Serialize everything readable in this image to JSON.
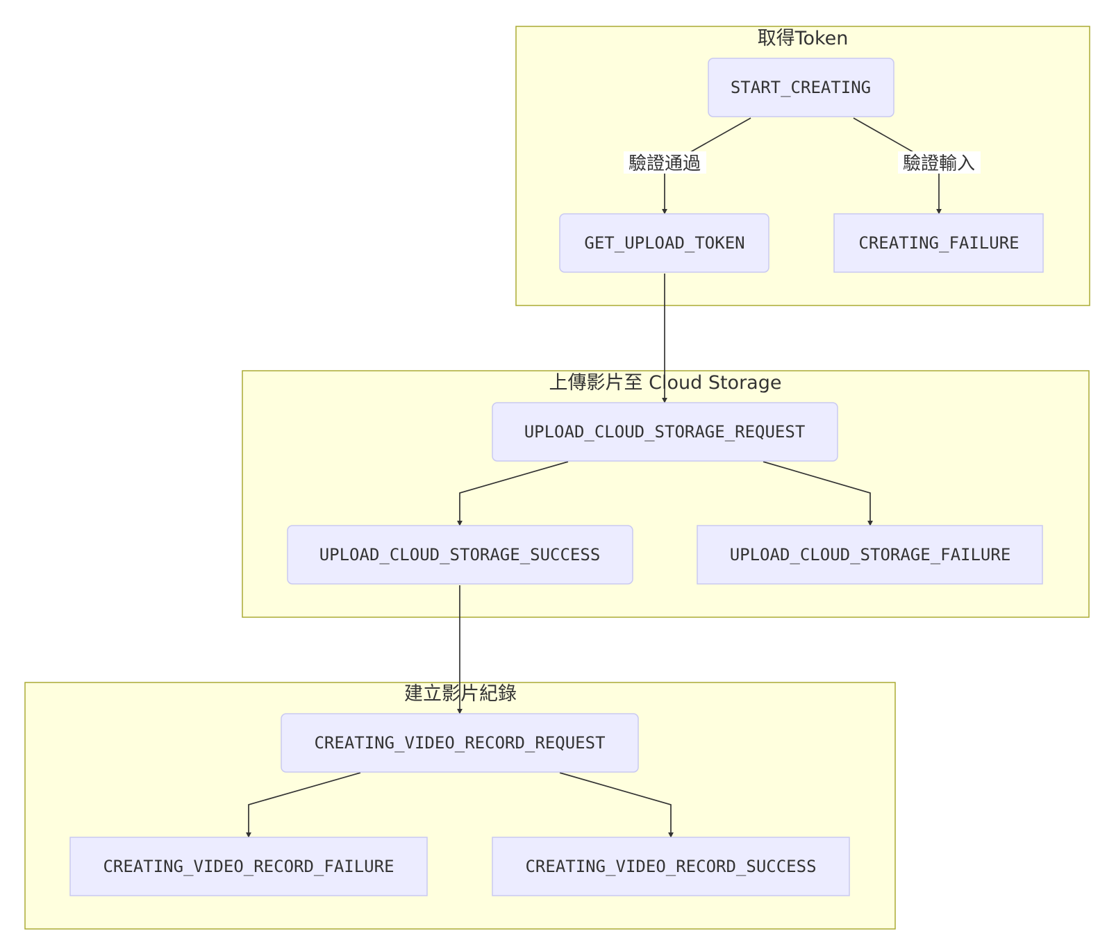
{
  "clusters": {
    "token": {
      "title": "取得Token"
    },
    "upload": {
      "title": "上傳影片至 Cloud Storage"
    },
    "record": {
      "title": "建立影片紀錄"
    }
  },
  "nodes": {
    "start_creating": "START_CREATING",
    "get_upload_token": "GET_UPLOAD_TOKEN",
    "creating_failure": "CREATING_FAILURE",
    "upload_request": "UPLOAD_CLOUD_STORAGE_REQUEST",
    "upload_success": "UPLOAD_CLOUD_STORAGE_SUCCESS",
    "upload_failure": "UPLOAD_CLOUD_STORAGE_FAILURE",
    "record_request": "CREATING_VIDEO_RECORD_REQUEST",
    "record_failure": "CREATING_VIDEO_RECORD_FAILURE",
    "record_success": "CREATING_VIDEO_RECORD_SUCCESS"
  },
  "edge_labels": {
    "validation_passed": "驗證通過",
    "validation_input": "驗證輸入"
  }
}
